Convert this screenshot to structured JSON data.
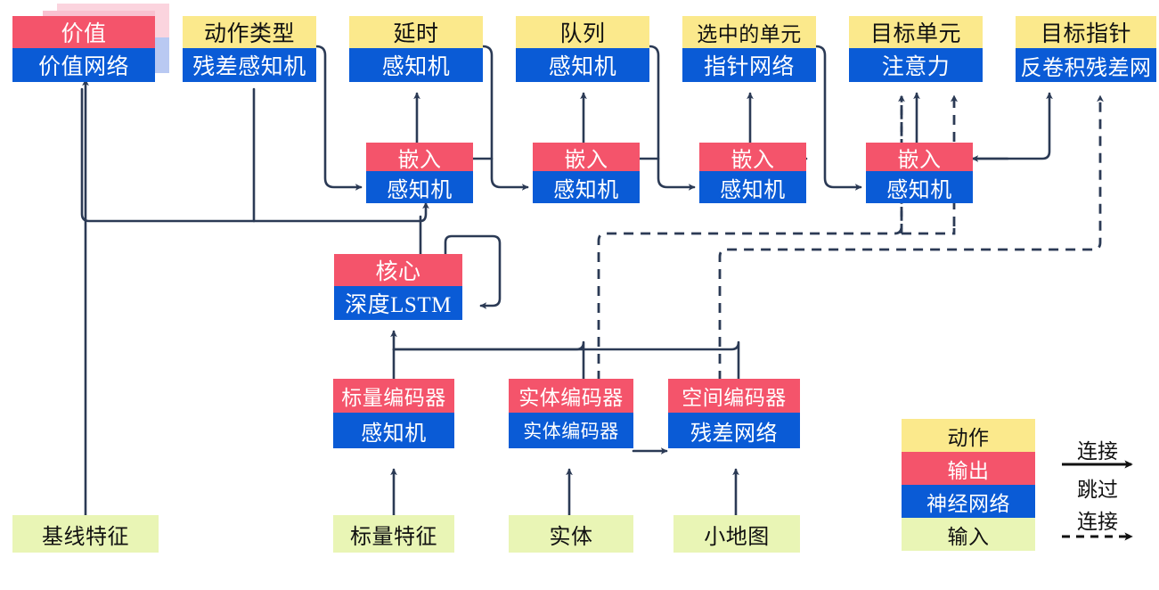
{
  "diagram": {
    "title": "AlphaStar-style agent architecture (Chinese labels)",
    "colors": {
      "action": "#FBE98C",
      "output": "#F4546B",
      "neural_network": "#0A5BD6",
      "input": "#E9F5B5",
      "wire": "#2B3A55"
    }
  },
  "nodes": {
    "value": {
      "top": "价值",
      "bottom": "价值网络"
    },
    "action_type": {
      "top": "动作类型",
      "bottom": "残差感知机"
    },
    "delay": {
      "top": "延时",
      "bottom": "感知机"
    },
    "queued": {
      "top": "队列",
      "bottom": "感知机"
    },
    "selected_units": {
      "top": "选中的单元",
      "bottom": "指针网络"
    },
    "target_unit": {
      "top": "目标单元",
      "bottom": "注意力"
    },
    "target_point": {
      "top": "目标指针",
      "bottom": "反卷积残差网"
    },
    "embed1": {
      "top": "嵌入",
      "bottom": "感知机"
    },
    "embed2": {
      "top": "嵌入",
      "bottom": "感知机"
    },
    "embed3": {
      "top": "嵌入",
      "bottom": "感知机"
    },
    "embed4": {
      "top": "嵌入",
      "bottom": "感知机"
    },
    "core": {
      "top": "核心",
      "bottom": "深度LSTM"
    },
    "scalar_encoder": {
      "top": "标量编码器",
      "bottom": "感知机"
    },
    "entity_encoder": {
      "top": "实体编码器",
      "bottom": "实体编码器"
    },
    "spatial_encoder": {
      "top": "空间编码器",
      "bottom": "残差网络"
    }
  },
  "inputs": {
    "baseline_features": "基线特征",
    "scalar_features": "标量特征",
    "entities": "实体",
    "minimap": "小地图"
  },
  "legend": {
    "swatches": [
      {
        "label": "动作",
        "kind": "action"
      },
      {
        "label": "输出",
        "kind": "output"
      },
      {
        "label": "神经网络",
        "kind": "neural_network"
      },
      {
        "label": "输入",
        "kind": "input"
      }
    ],
    "edges": [
      {
        "label": "连接",
        "style": "solid"
      },
      {
        "label": "跳过\n连接",
        "style": "dashed",
        "line1": "跳过",
        "line2": "连接"
      }
    ]
  }
}
